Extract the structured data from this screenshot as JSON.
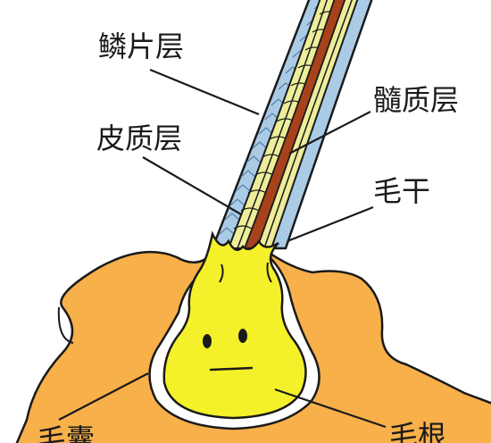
{
  "labels": {
    "cuticle": "鳞片层",
    "medulla": "髓质层",
    "cortex": "皮质层",
    "hair_shaft": "毛干",
    "hair_follicle": "毛囊",
    "hair_root": "毛根"
  },
  "colors": {
    "skin": "#F7B04A",
    "cuticle": "#AACBE6",
    "cortex": "#EEEE9A",
    "medulla": "#A8421A",
    "bulb": "#F4F12A",
    "outline": "#1a1a1a"
  }
}
